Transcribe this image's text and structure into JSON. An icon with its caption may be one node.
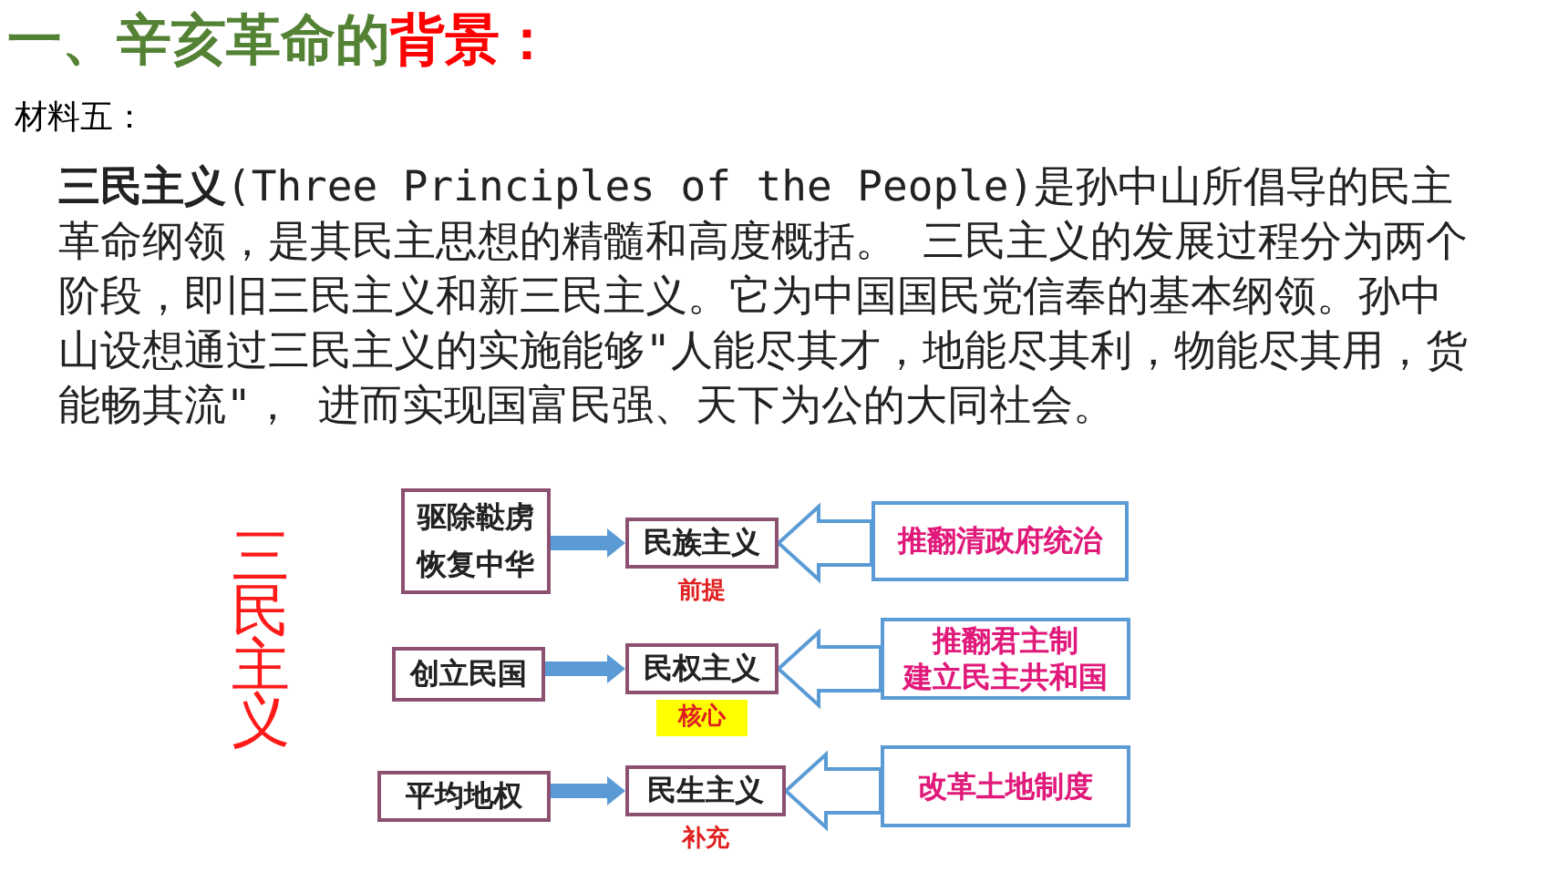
{
  "diagram": {
    "title": "一、辛亥革命的背景：",
    "nodes": [
      {
        "text": [
          "驱除鞑虏",
          "恢复中华"
        ]
      },
      {
        "text": [
          "民族主义"
        ],
        "beside": [
          "前提"
        ]
      },
      {
        "text": [
          "推翻清政府统治"
        ]
      },
      {
        "text": [
          "创立民国"
        ]
      },
      {
        "text": [
          "民权主义"
        ],
        "beside": [
          "核心"
        ]
      },
      {
        "text": [
          "推翻君主制",
          "建立民主共和国"
        ]
      },
      {
        "text": [
          "平均地权"
        ]
      },
      {
        "text": [
          "民生主义"
        ],
        "beside": [
          "补充"
        ]
      },
      {
        "text": [
          "改革土地制度"
        ]
      }
    ],
    "edges": [
      {
        "from": 0,
        "to": 1,
        "arrow": "to"
      },
      {
        "from": 2,
        "to": 1,
        "arrow": "to",
        "style": "thick"
      },
      {
        "from": 3,
        "to": 4,
        "arrow": "to"
      },
      {
        "from": 5,
        "to": 4,
        "arrow": "to",
        "style": "thick"
      },
      {
        "from": 6,
        "to": 7,
        "arrow": "to"
      },
      {
        "from": 8,
        "to": 7,
        "arrow": "to",
        "style": "thick"
      }
    ],
    "labels": [
      "材料五：",
      "**三民主义**(Three Principles of the People)是孙中山所倡导的民主革命纲领，是其民主思想的精髓和高度概括。 三民主义的发展过程分为两个阶段，即旧三民主义和新三民主义。它为中国国民党信奉的基本纲领。孙中山设想通过三民主义的实施能够\"人能尽其才，地能尽其利，物能尽其用，货能畅其流\"， 进而实现国富民强、天下为公的大同社会。",
      "三民主义"
    ]
  }
}
